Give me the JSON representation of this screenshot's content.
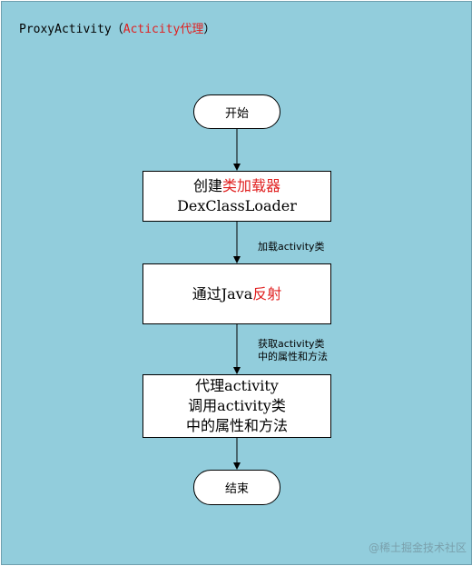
{
  "title": {
    "prefix": "ProxyActivity（",
    "highlight": "Acticity代理",
    "suffix": "）"
  },
  "nodes": {
    "start": "开始",
    "classloader": {
      "line1_plain": "创建",
      "line1_highlight": "类加载器",
      "line2": "DexClassLoader"
    },
    "reflection": {
      "plain": "通过Java",
      "highlight": "反射"
    },
    "proxy": {
      "line1": "代理activity",
      "line2": "调用activity类",
      "line3": "中的属性和方法"
    },
    "end": "结束"
  },
  "edge_labels": {
    "load_class": "加载activity类",
    "get_class_line1": "获取activity类",
    "get_class_line2": "中的属性和方法"
  },
  "watermark": "@稀土掘金技术社区",
  "colors": {
    "background": "#92cddc",
    "highlight": "#e02020",
    "node_fill": "#ffffff"
  }
}
